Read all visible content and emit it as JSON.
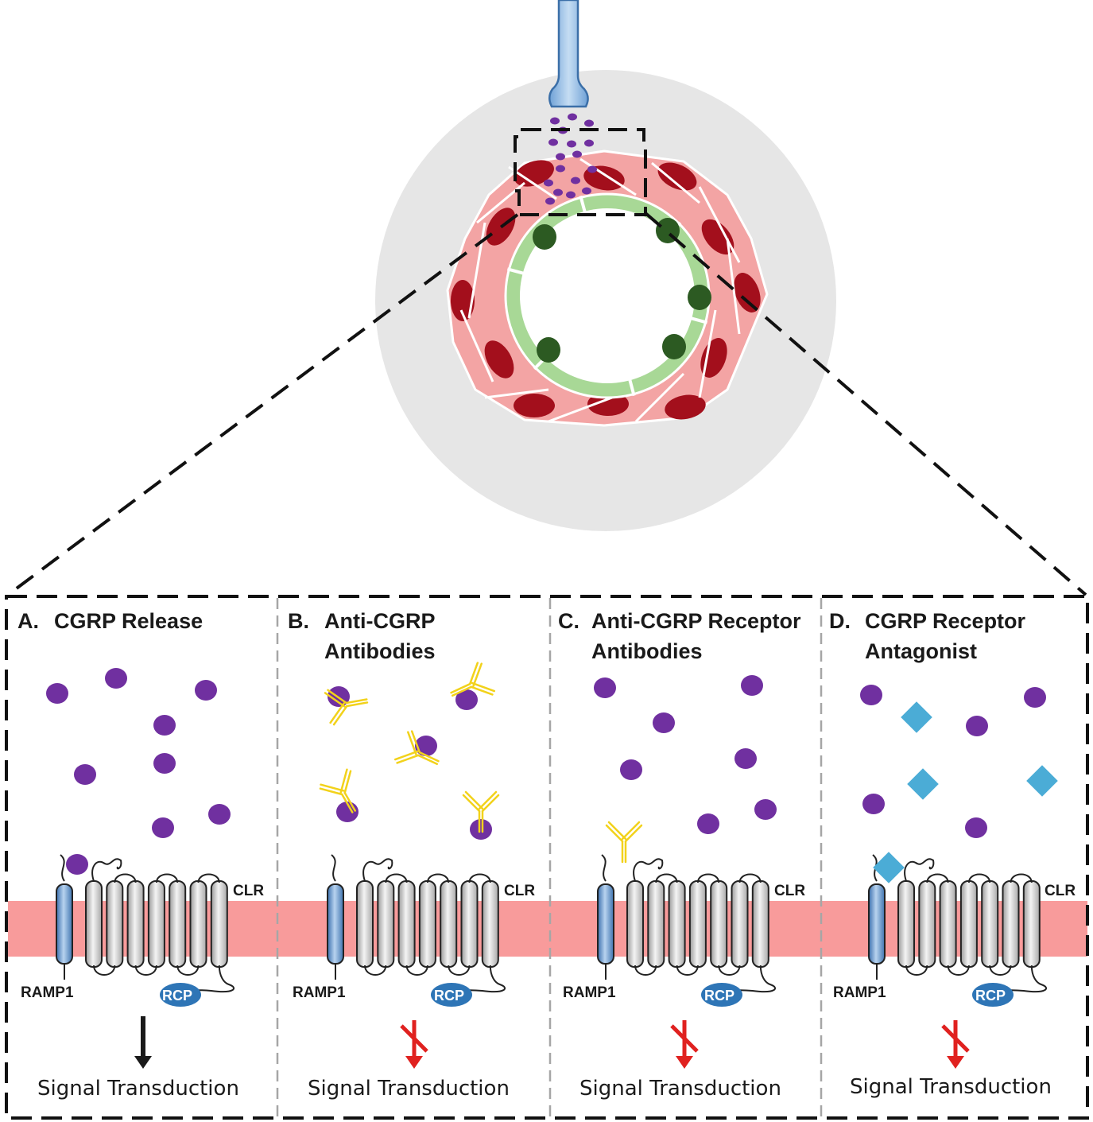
{
  "panels": [
    {
      "letter": "A.",
      "title_line1": "CGRP Release",
      "title_line2": "",
      "clr_label": "CLR",
      "ramp_label": "RAMP1",
      "rcp_label": "RCP",
      "signal_label": "Signal Transduction",
      "signal_blocked": false
    },
    {
      "letter": "B.",
      "title_line1": "Anti-CGRP",
      "title_line2": "Antibodies",
      "clr_label": "CLR",
      "ramp_label": "RAMP1",
      "rcp_label": "RCP",
      "signal_label": "Signal Transduction",
      "signal_blocked": true
    },
    {
      "letter": "C.",
      "title_line1": "Anti-CGRP Receptor",
      "title_line2": "Antibodies",
      "clr_label": "CLR",
      "ramp_label": "RAMP1",
      "rcp_label": "RCP",
      "signal_label": "Signal Transduction",
      "signal_blocked": true
    },
    {
      "letter": "D.",
      "title_line1": "CGRP Receptor",
      "title_line2": "Antagonist",
      "clr_label": "CLR",
      "ramp_label": "RAMP1",
      "rcp_label": "RCP",
      "signal_label": "Signal Transduction",
      "signal_blocked": true
    }
  ],
  "colors": {
    "cgrp": "#7030a0",
    "antibody": "#f2d21b",
    "antagonist": "#4bacd6",
    "membrane": "#f89b9b",
    "smooth_muscle": "#f3a4a4",
    "smooth_muscle_nucleus": "#a30f1c",
    "endothelium": "#a8d896",
    "endothelium_nucleus": "#2c5a22",
    "tissue_background": "#e6e6e6",
    "nerve": "#a9cbe9",
    "ramp": "#5b8fc7",
    "rcp": "#2e75b6",
    "blocked_arrow": "#e0211f",
    "signal_arrow": "#1a1a1a"
  }
}
